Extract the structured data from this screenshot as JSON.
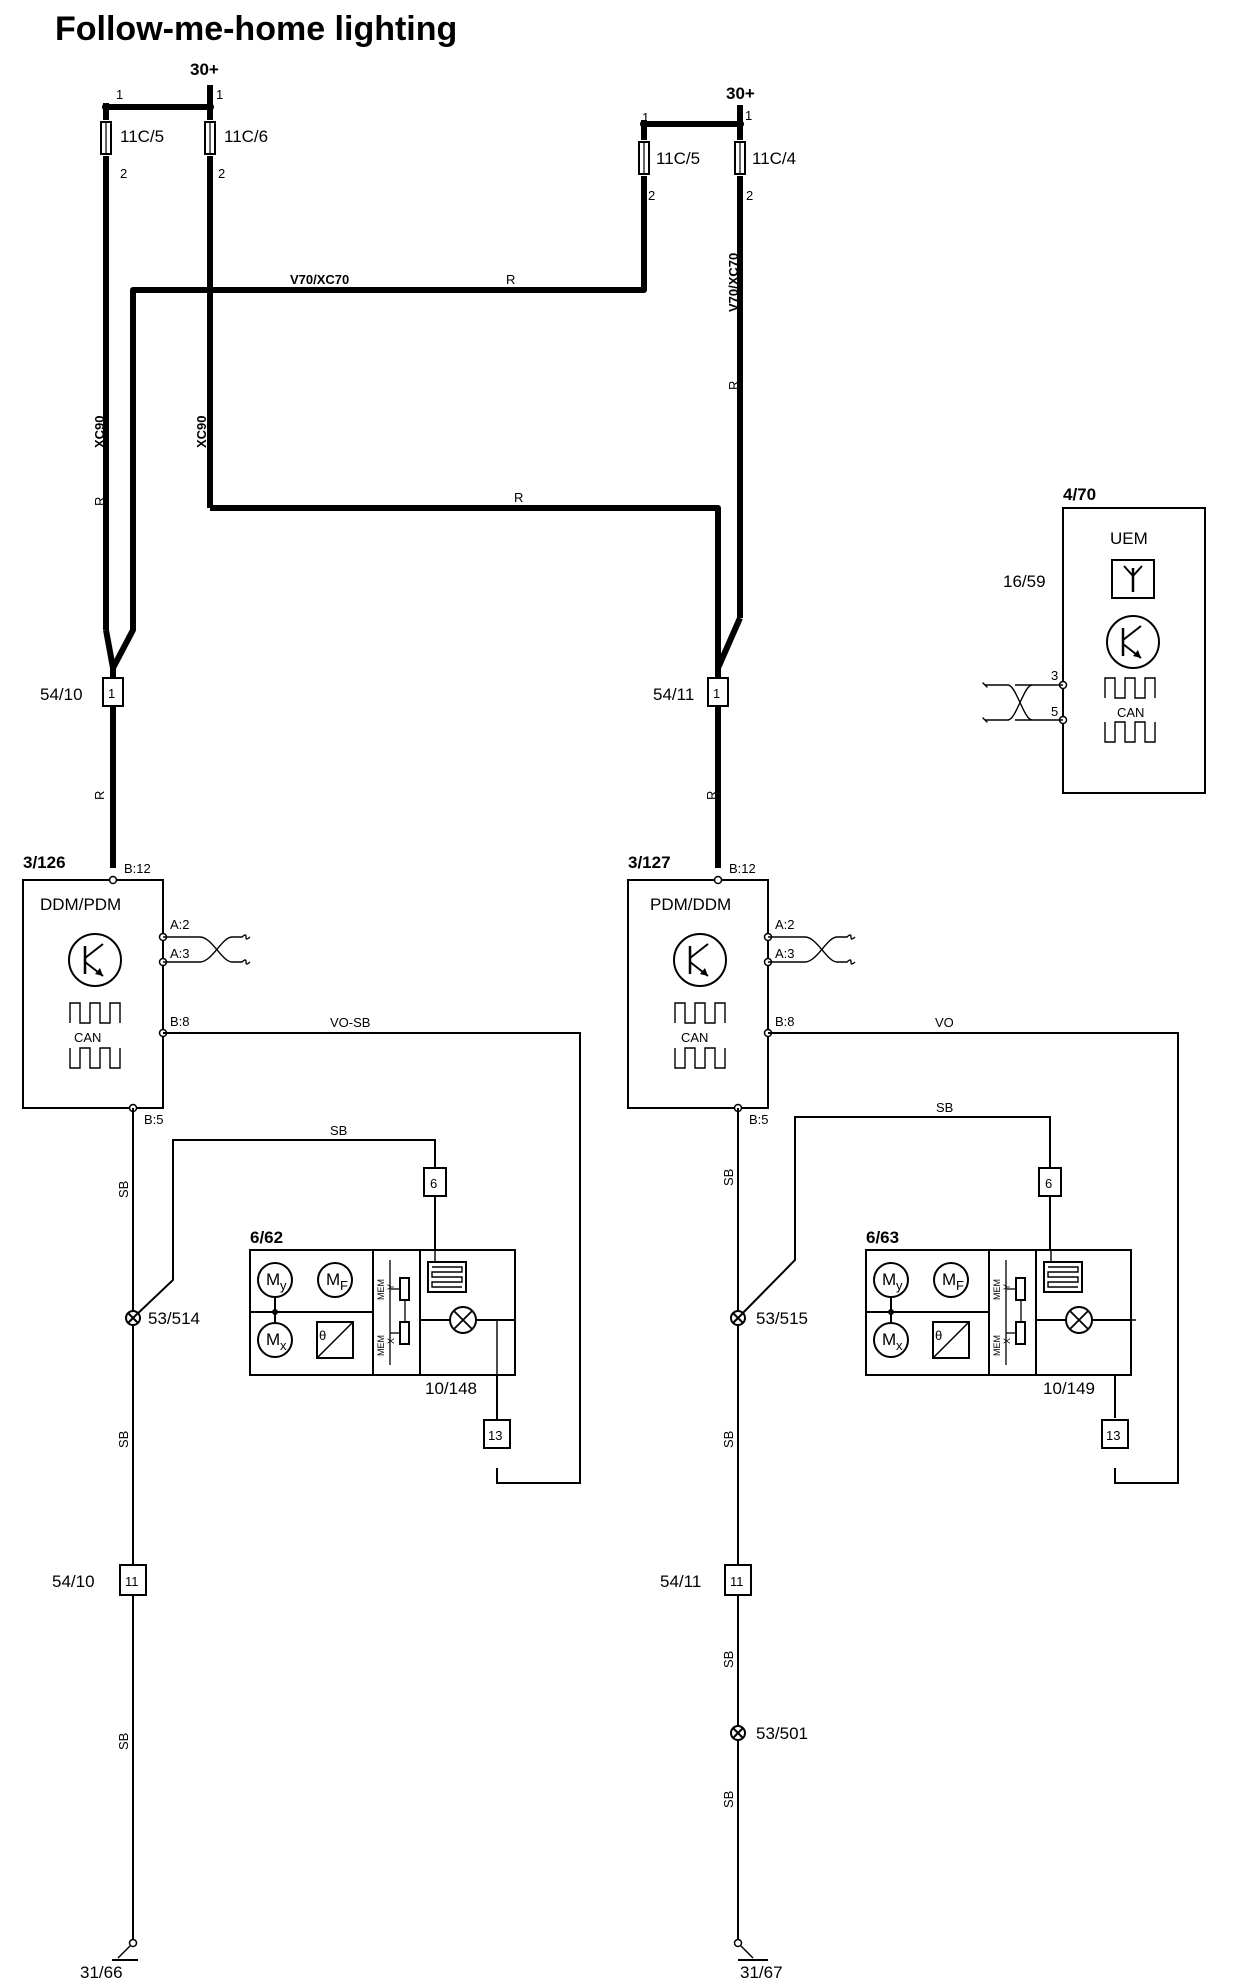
{
  "title": "Follow-me-home lighting",
  "supply_left": "30+",
  "supply_right": "30+",
  "pin_1": "1",
  "pin_2": "2",
  "fuses": {
    "left_a": "11C/5",
    "left_b": "11C/6",
    "right_a": "11C/5",
    "right_b": "11C/4"
  },
  "wire_labels": {
    "v70xc70": "V70/XC70",
    "xc90": "XC90",
    "r": "R",
    "sb": "SB",
    "vo_sb": "VO-SB",
    "vo": "VO"
  },
  "connectors": {
    "c5410_top": "54/10",
    "c5411_top": "54/11",
    "c5410_bottom": "54/10",
    "c5411_bottom": "54/11",
    "pin1": "1",
    "pin11": "11",
    "pin6": "6",
    "pin13": "13"
  },
  "modules": {
    "left_id": "3/126",
    "left_name": "DDM/PDM",
    "right_id": "3/127",
    "right_name": "PDM/DDM",
    "can": "CAN",
    "pin_b12": "B:12",
    "pin_a2": "A:2",
    "pin_a3": "A:3",
    "pin_b8": "B:8",
    "pin_b5": "B:5"
  },
  "uem": {
    "id": "4/70",
    "name": "UEM",
    "ref": "16/59",
    "pin3": "3",
    "pin5": "5",
    "can": "CAN"
  },
  "mirrors": {
    "left_id": "6/62",
    "right_id": "6/63",
    "left_lamp": "10/148",
    "right_lamp": "10/149",
    "m": "M",
    "sub_y": "y",
    "sub_x": "x",
    "sub_f": "F",
    "theta": "θ",
    "mem": "MEM",
    "y": "Y",
    "x": "X"
  },
  "splices": {
    "left": "53/514",
    "right": "53/515",
    "lower_right": "53/501"
  },
  "grounds": {
    "left": "31/66",
    "right": "31/67"
  }
}
